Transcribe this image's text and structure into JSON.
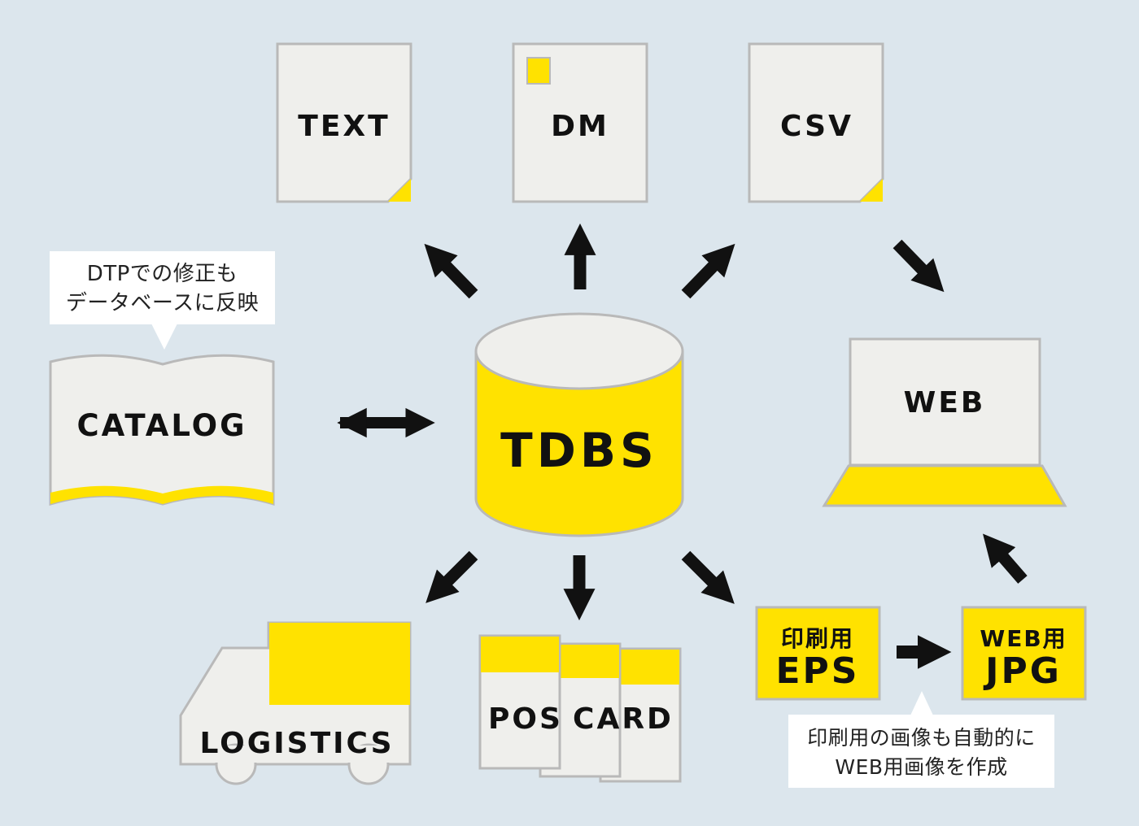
{
  "colors": {
    "background": "#dce6ed",
    "accent_yellow": "#ffe200",
    "paper": "#efefec",
    "outline": "#b9b9b9",
    "arrow": "#111111",
    "text": "#111111"
  },
  "center": {
    "label": "TDBS",
    "icon": "database-cylinder-icon"
  },
  "outputs": {
    "text": {
      "label": "TEXT",
      "icon": "document-icon"
    },
    "dm": {
      "label": "DM",
      "icon": "document-icon"
    },
    "csv": {
      "label": "CSV",
      "icon": "document-icon"
    },
    "web": {
      "label": "WEB",
      "icon": "laptop-icon"
    },
    "catalog": {
      "label": "CATALOG",
      "icon": "open-book-icon"
    },
    "logistics": {
      "label": "LOGISTICS",
      "icon": "truck-icon"
    },
    "pos": {
      "label": "POS",
      "icon": "card-icon"
    },
    "card": {
      "label": "CARD",
      "icon": "card-icon"
    },
    "eps": {
      "line1": "印刷用",
      "line2": "EPS"
    },
    "jpg": {
      "line1": "WEB用",
      "line2": "JPG"
    }
  },
  "notes": {
    "dtp": {
      "line1": "DTPでの修正も",
      "line2": "データベースに反映"
    },
    "image": {
      "line1": "印刷用の画像も自動的に",
      "line2": "WEB用画像を作成"
    }
  }
}
